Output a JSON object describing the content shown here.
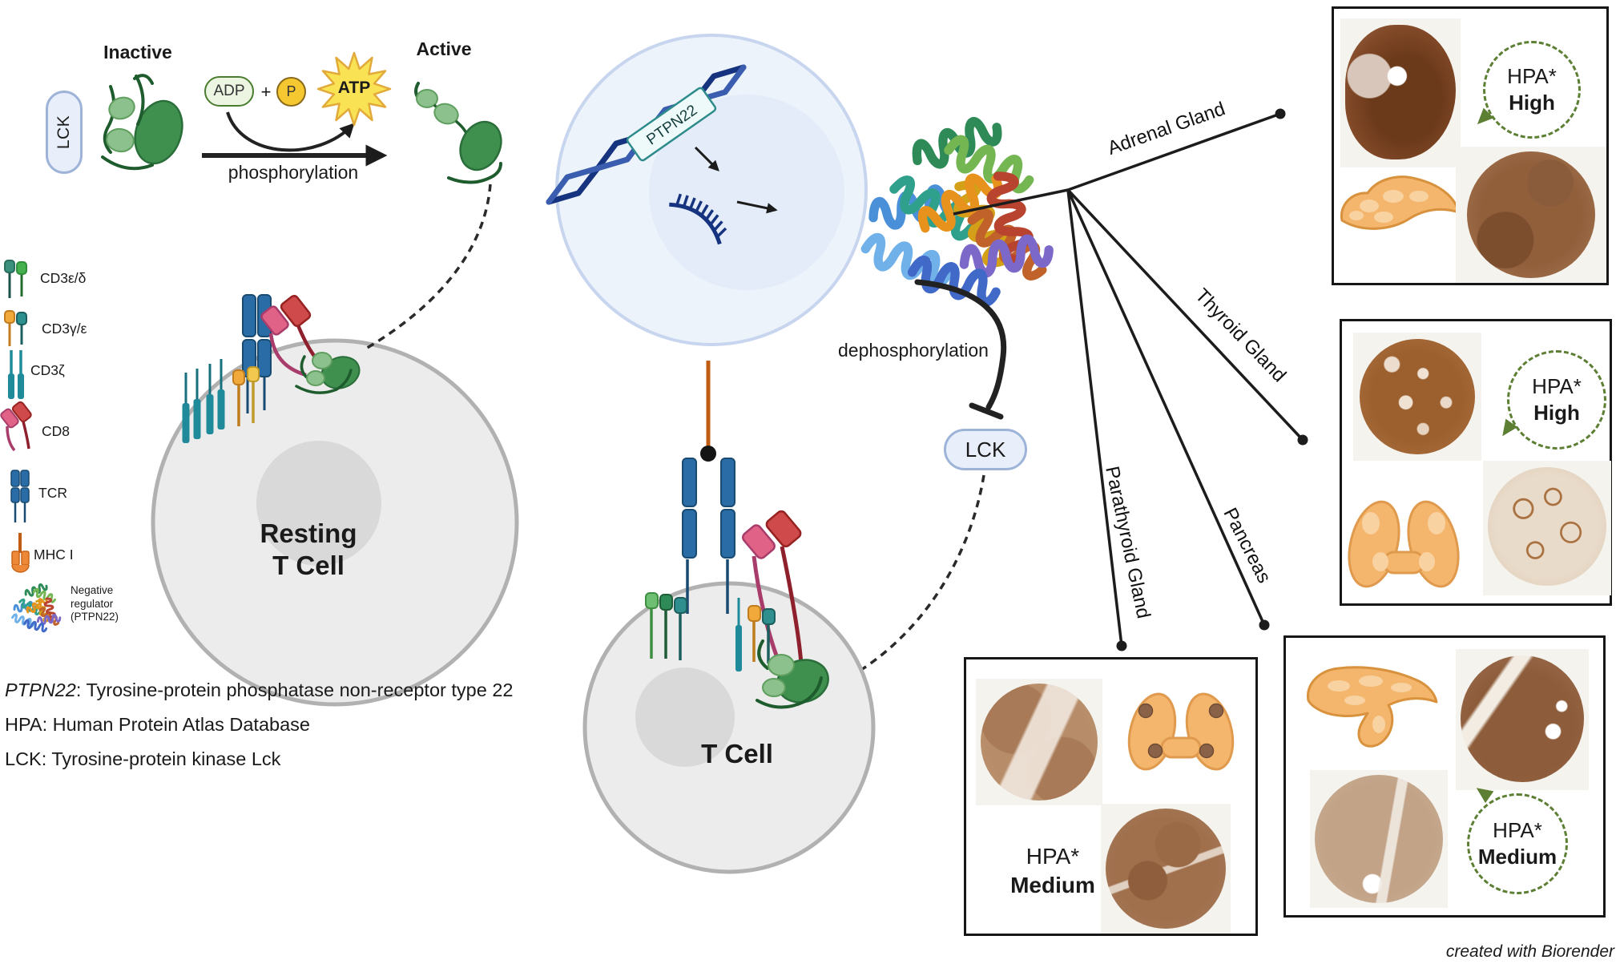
{
  "phospho_cycle": {
    "lck_pill": "LCK",
    "inactive_label": "Inactive",
    "active_label": "Active",
    "adp_label": "ADP",
    "plus_sign": "+",
    "phosphate_label": "P",
    "atp_label": "ATP",
    "reaction_label": "phosphorylation"
  },
  "receptor_legend": {
    "items": [
      {
        "label": "CD3ε/δ"
      },
      {
        "label": "CD3γ/ε"
      },
      {
        "label": "CD3ζ"
      },
      {
        "label": "CD8"
      },
      {
        "label": "TCR"
      },
      {
        "label": "MHC I"
      },
      {
        "label_line1": "Negative",
        "label_line2": "regulator",
        "label_line3": "(PTPN22)"
      }
    ]
  },
  "resting_t_cell": {
    "label_line1": "Resting",
    "label_line2": "T Cell"
  },
  "t_cell": {
    "label": "T Cell"
  },
  "gene_cell": {
    "gene_label": "PTPN22"
  },
  "regulation": {
    "process_label": "dephosphorylation",
    "lck_pill": "LCK"
  },
  "abbreviations": {
    "line1": {
      "term": "PTPN22",
      "definition": ": Tyrosine-protein phosphatase non-receptor type 22"
    },
    "line2": {
      "term": "HPA",
      "definition": ": Human Protein Atlas Database"
    },
    "line3": {
      "term": "LCK",
      "definition": ": Tyrosine-protein kinase Lck"
    }
  },
  "tissue_map": {
    "branches": [
      {
        "name": "Adrenal Gland"
      },
      {
        "name": "Thyroid Gland"
      },
      {
        "name": "Parathyroid Gland"
      },
      {
        "name": "Pancreas"
      }
    ]
  },
  "panels": {
    "adrenal": {
      "hpa_label": "HPA*",
      "hpa_level": "High"
    },
    "thyroid": {
      "hpa_label": "HPA*",
      "hpa_level": "High"
    },
    "parathyroid": {
      "hpa_label": "HPA*",
      "hpa_level": "Medium"
    },
    "pancreas": {
      "hpa_label": "HPA*",
      "hpa_level": "Medium"
    }
  },
  "credit": "created with Biorender",
  "colors": {
    "hpa_dash_green": "#5c7f33",
    "organ_orange": "#f4b56d",
    "pill_fill": "#e9effa",
    "pill_border": "#9db3d8",
    "stain_brown": "#8a5a36"
  }
}
